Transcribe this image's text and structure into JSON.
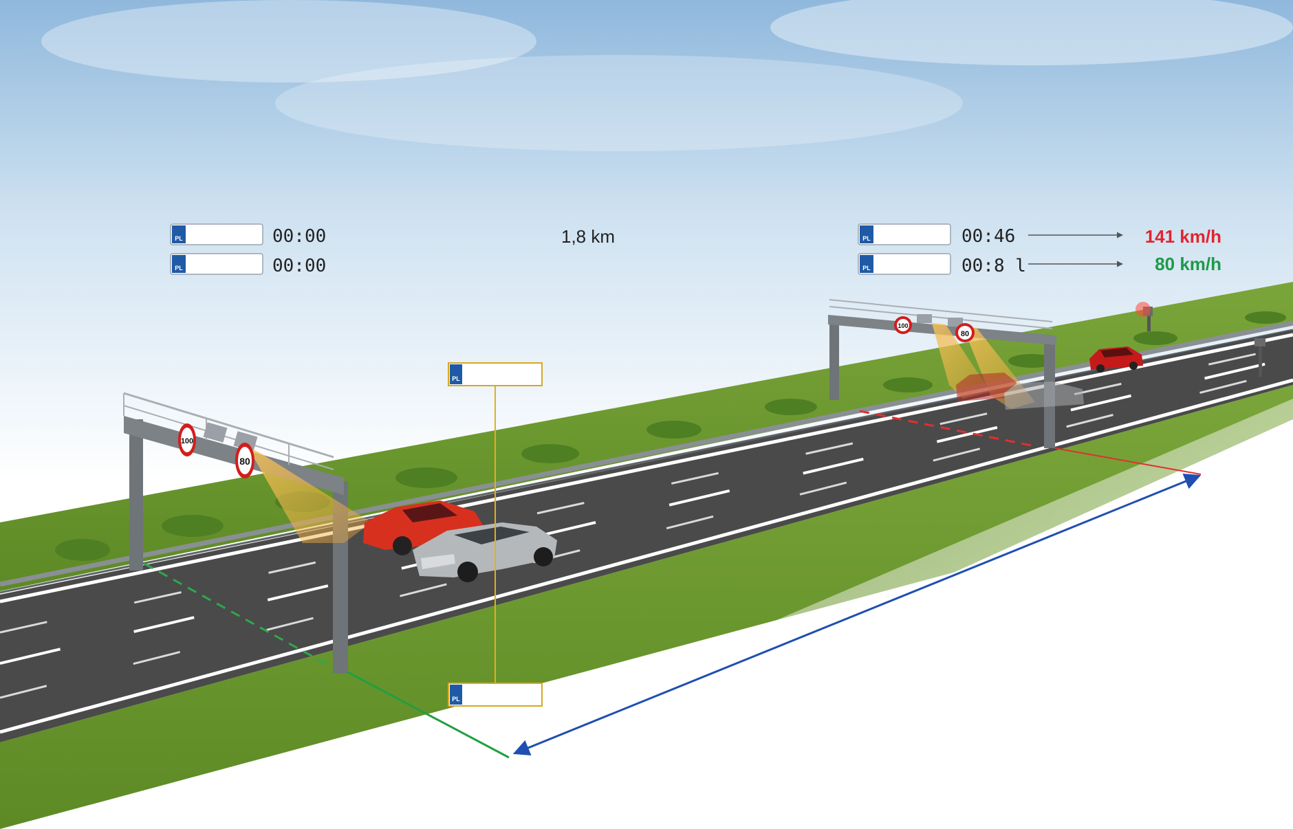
{
  "colors": {
    "sky_top": "#8fb8dc",
    "sky_mid": "#cfe2f1",
    "road": "#4a4a4a",
    "grass": "#6f9a2e",
    "plate_blue": "#1f5aa6",
    "speed_fast": "#e0252f",
    "speed_ok": "#1e9a47",
    "distance_line": "#1f4fb0",
    "entry_line": "#20a040",
    "exit_line": "#e03030",
    "camera_link": "#e0b020"
  },
  "entry": {
    "plate_code": "PL",
    "row1_time": "00:00",
    "row2_time": "00:00"
  },
  "distance": "1,8 km",
  "exit": {
    "plate_code": "PL",
    "row1_time": "00:46",
    "row1_speed": "141 km/h",
    "row2_time": "00:8 l",
    "row2_speed": "80 km/h"
  },
  "gantry": {
    "sign_a": "100",
    "sign_b": "80"
  },
  "car_plate": {
    "top_code": "PL",
    "bottom_code": "PL"
  }
}
